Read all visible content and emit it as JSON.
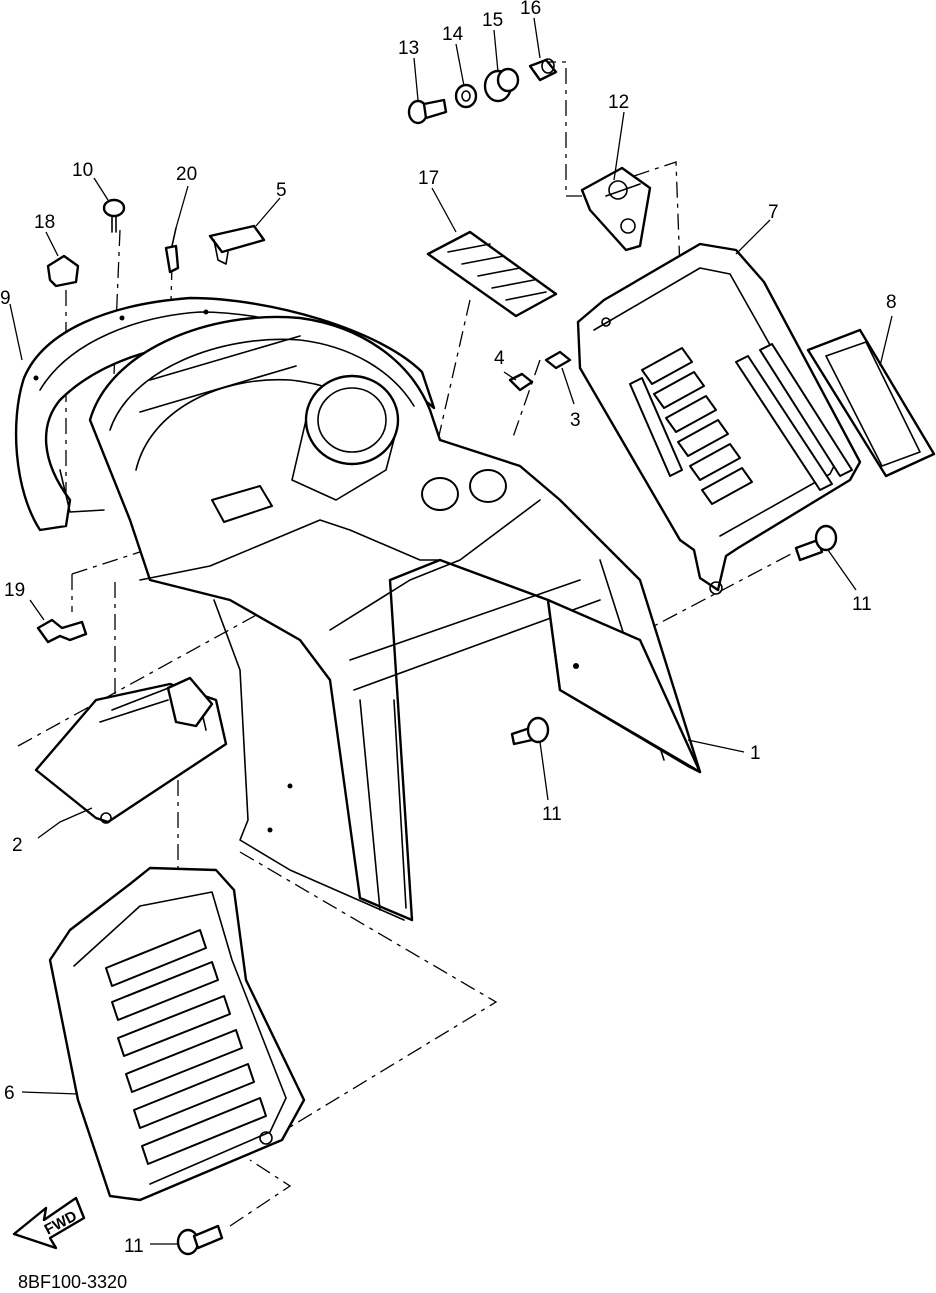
{
  "diagram": {
    "drawing_code": "8BF100-3320",
    "fwd_label": "FWD",
    "callouts": [
      {
        "id": "c1",
        "label": "1"
      },
      {
        "id": "c2",
        "label": "2"
      },
      {
        "id": "c3",
        "label": "3"
      },
      {
        "id": "c4",
        "label": "4"
      },
      {
        "id": "c5",
        "label": "5"
      },
      {
        "id": "c6",
        "label": "6"
      },
      {
        "id": "c7",
        "label": "7"
      },
      {
        "id": "c8",
        "label": "8"
      },
      {
        "id": "c9",
        "label": "9"
      },
      {
        "id": "c10",
        "label": "10"
      },
      {
        "id": "c11a",
        "label": "11"
      },
      {
        "id": "c11b",
        "label": "11"
      },
      {
        "id": "c11c",
        "label": "11"
      },
      {
        "id": "c12",
        "label": "12"
      },
      {
        "id": "c13",
        "label": "13"
      },
      {
        "id": "c14",
        "label": "14"
      },
      {
        "id": "c15",
        "label": "15"
      },
      {
        "id": "c16",
        "label": "16"
      },
      {
        "id": "c17",
        "label": "17"
      },
      {
        "id": "c18",
        "label": "18"
      },
      {
        "id": "c19",
        "label": "19"
      },
      {
        "id": "c20",
        "label": "20"
      }
    ]
  }
}
